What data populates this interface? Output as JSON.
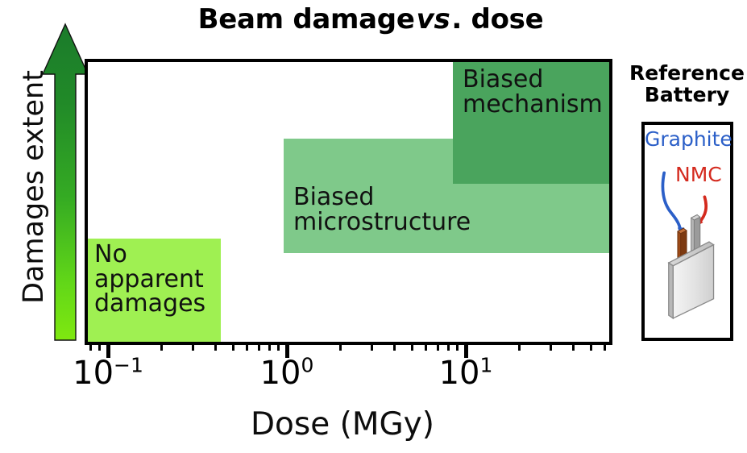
{
  "figure": {
    "title_part1": "Beam damage ",
    "title_vs": "vs",
    "title_part2": ". dose"
  },
  "axes": {
    "ylabel": "Damages extent",
    "xlabel": "Dose (MGy)",
    "x_scale": "log",
    "x_ticklabels": [
      {
        "mantissa": "10",
        "exponent": "−1",
        "value": 0.1
      },
      {
        "mantissa": "10",
        "exponent": "0",
        "value": 1
      },
      {
        "mantissa": "10",
        "exponent": "1",
        "value": 10
      }
    ],
    "arrow_gradient_bottom": "#7fe810",
    "arrow_gradient_top": "#1b7b2b"
  },
  "chart_data": {
    "type": "bar",
    "title": "Beam damage vs. dose",
    "xlabel": "Dose (MGy)",
    "ylabel": "Damages extent",
    "xscale": "log",
    "xlim": [
      0.055,
      55
    ],
    "grid": false,
    "legend": null,
    "regions": [
      {
        "label": "No apparent damages",
        "label_lines": [
          "No",
          "apparent",
          "damages"
        ],
        "dose_range": [
          0.055,
          0.38
        ],
        "damage_level": "low",
        "color": "#9ff052"
      },
      {
        "label": "Biased microstructure",
        "label_lines": [
          "Biased",
          "microstructure"
        ],
        "dose_range": [
          1.0,
          55
        ],
        "damage_level": "medium",
        "color": "#7fc98a"
      },
      {
        "label": "Biased mechanism",
        "label_lines": [
          "Biased",
          "mechanism"
        ],
        "dose_range": [
          8.0,
          55
        ],
        "damage_level": "high",
        "color": "#4aa45d"
      }
    ]
  },
  "inset": {
    "title_line1": "Reference",
    "title_line2": "Battery",
    "labels": [
      {
        "text": "Graphite",
        "color": "#2b5fc8",
        "component": "anode-tab"
      },
      {
        "text": "NMC",
        "color": "#d42a1e",
        "component": "cathode-tab"
      }
    ]
  }
}
